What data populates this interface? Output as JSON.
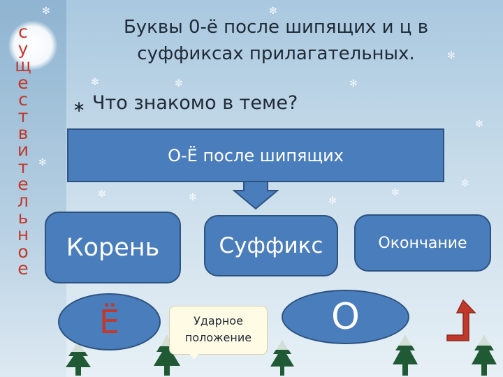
{
  "slide": {
    "vertical_word": [
      "с",
      "у",
      "щ",
      "е",
      "с",
      "т",
      "в",
      "и",
      "т",
      "е",
      "л",
      "ь",
      "н",
      "о",
      "е"
    ],
    "title_line1": "Буквы 0-ё после шипящих и ц в",
    "title_line2": "суффиксах прилагательных.",
    "bullet_symbol": "∗",
    "question": "Что знакомо в теме?",
    "top_box": "О-Ё после шипящих",
    "boxes": [
      "Корень",
      "Суффикс",
      "Окончание"
    ],
    "ellipse_left": "Ё",
    "callout": [
      "Ударное",
      "положение"
    ],
    "ellipse_right": "О"
  },
  "colors": {
    "box_fill": "#4a7dbb",
    "vertical_text": "#c0392b",
    "corner_arrow": "#c0392b"
  },
  "icons": [
    "down-arrow-icon",
    "corner-arrow-icon",
    "snowflake-icon",
    "pine-tree-icon"
  ]
}
